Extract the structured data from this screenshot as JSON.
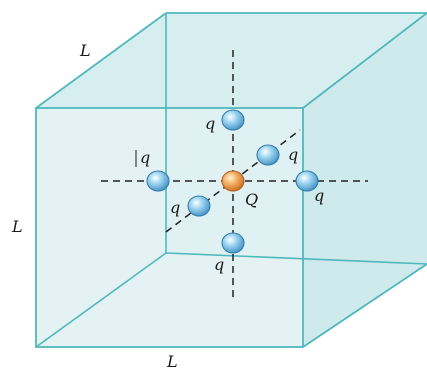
{
  "figure": {
    "edge_labels": {
      "top": "L",
      "left": "L",
      "bottom": "L"
    },
    "charge_labels": {
      "top": "q",
      "left": "q",
      "right": "q",
      "bottom": "q",
      "diag_back": "q",
      "diag_front": "q",
      "center": "Q"
    },
    "colors": {
      "cube_fill": "#dbeef0",
      "cube_edge": "#4fb8bd",
      "q_charge": "#7cc6ea",
      "Q_charge": "#f0a050",
      "axis_line": "#222222"
    }
  }
}
